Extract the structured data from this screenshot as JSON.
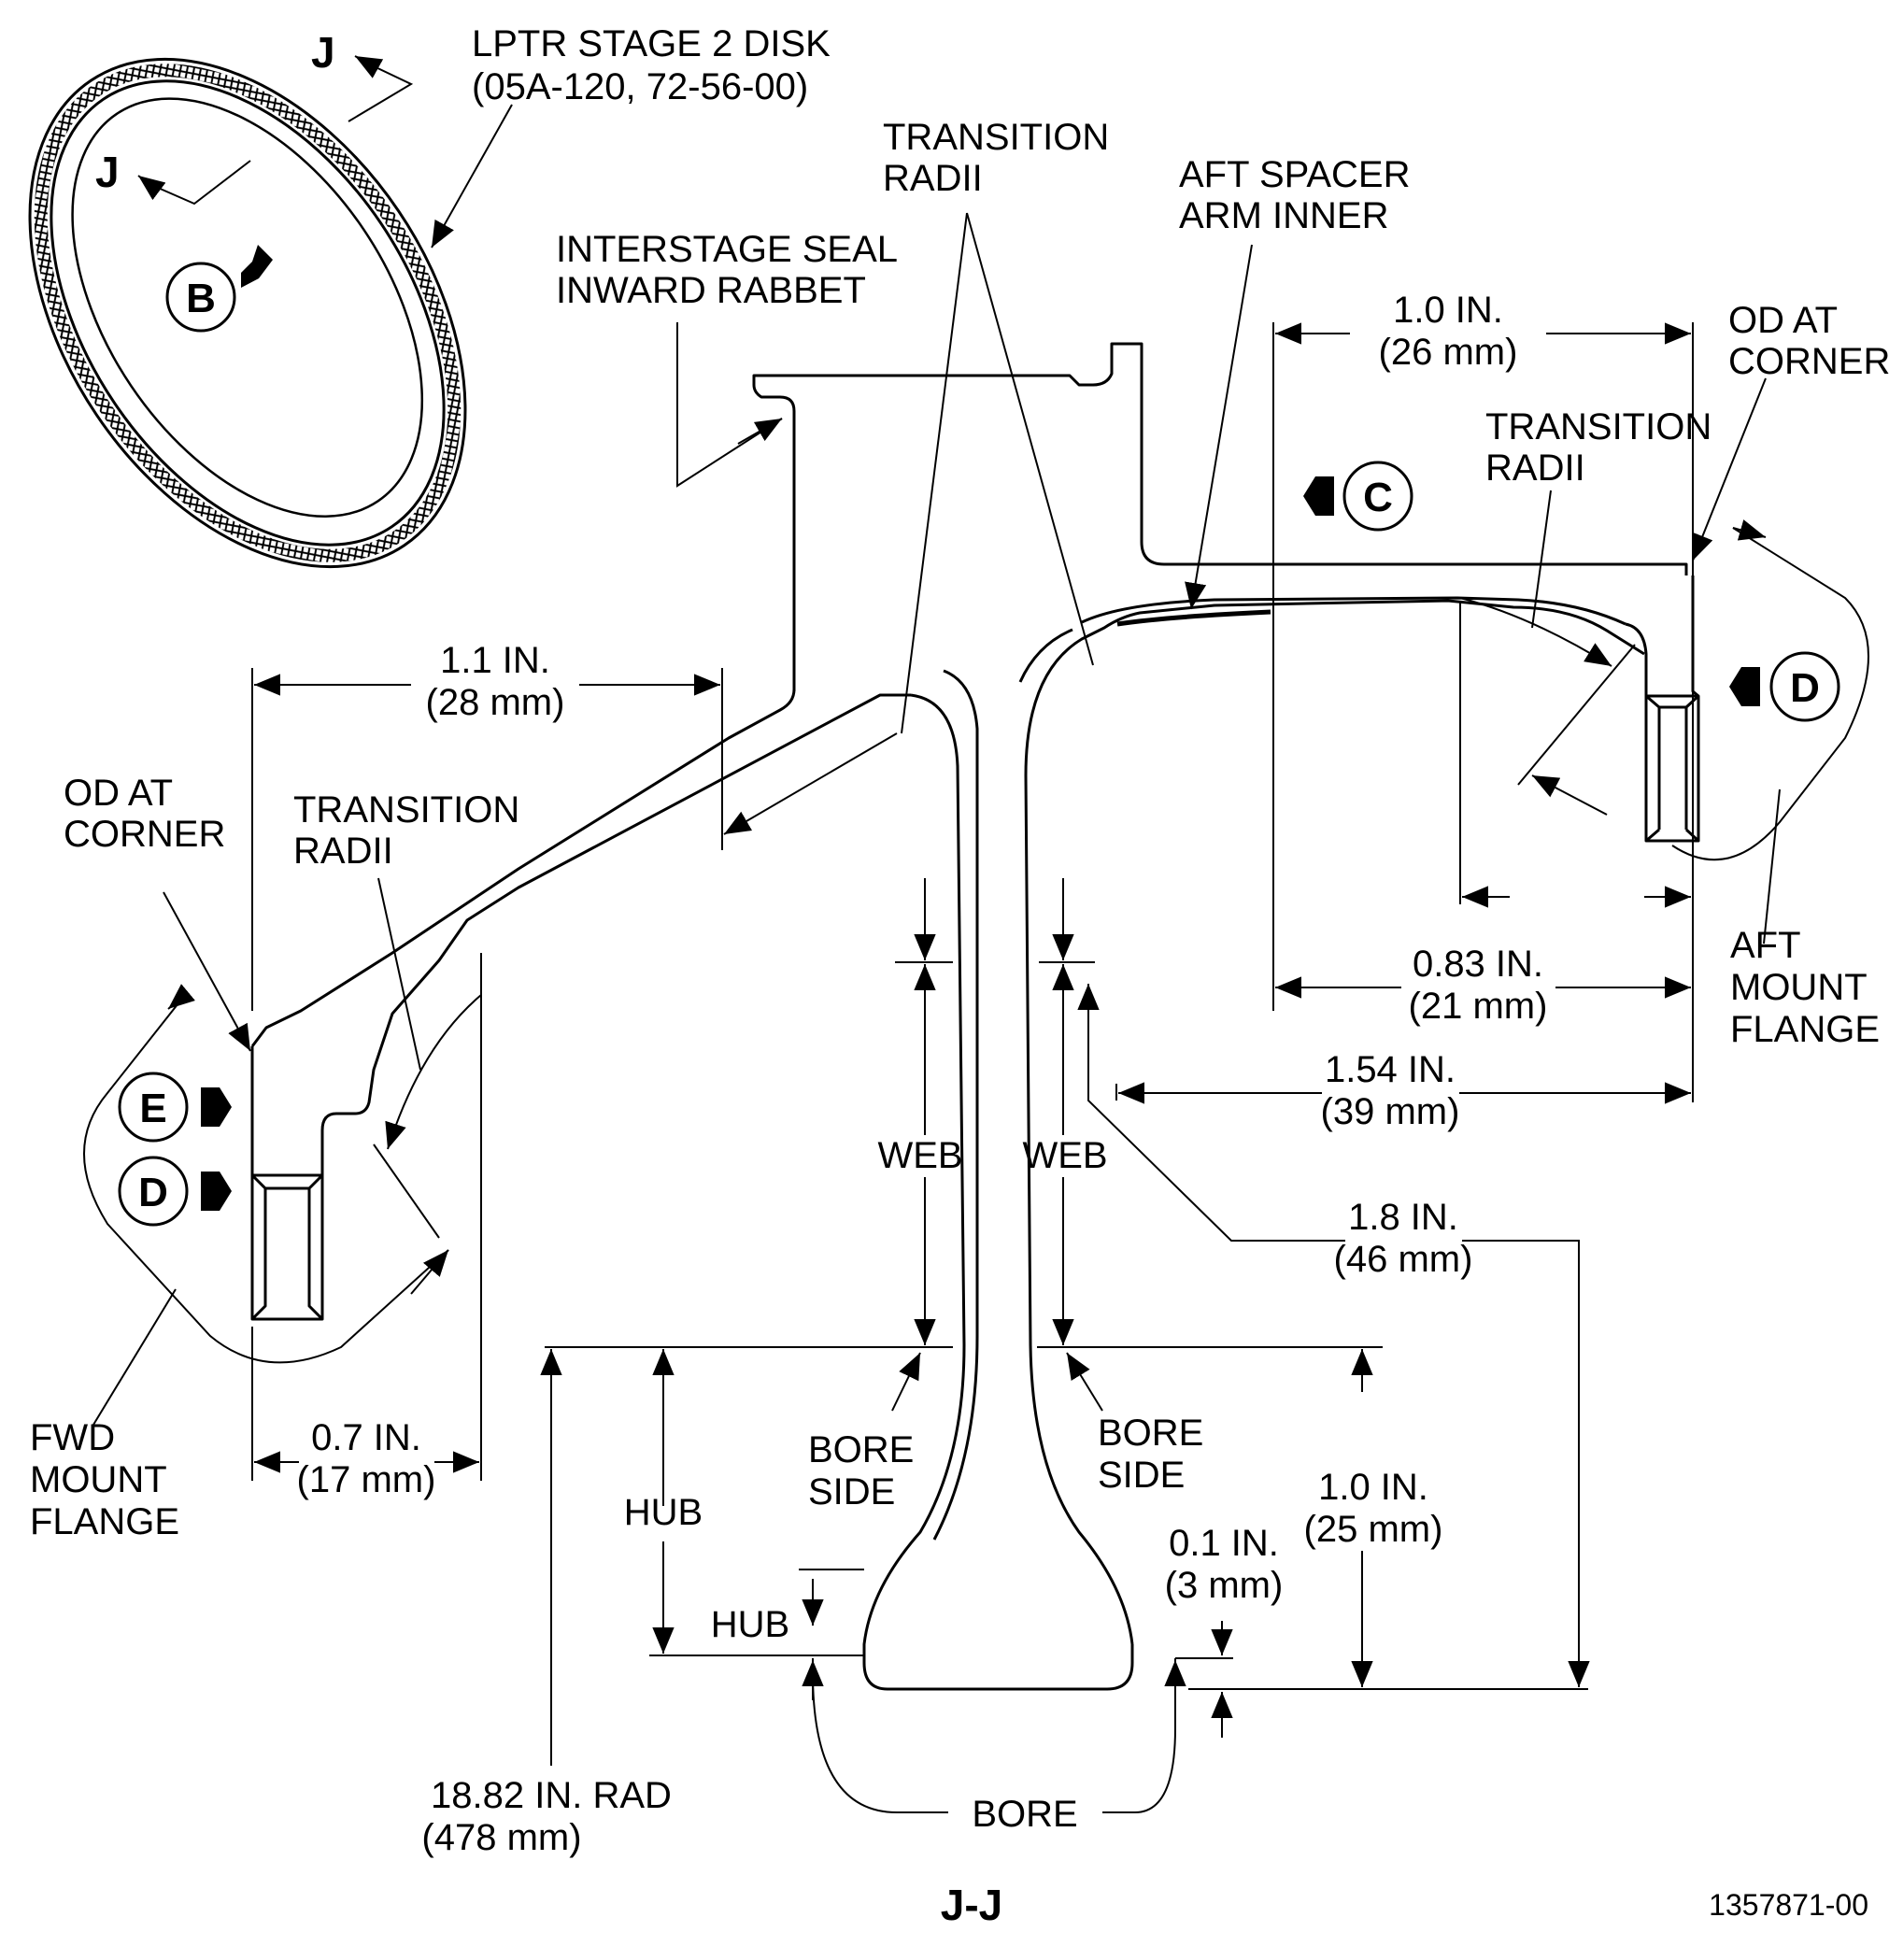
{
  "figure": {
    "section_label": "J-J",
    "figure_number": "1357871-00"
  },
  "callouts": {
    "section_mark_top": "J",
    "section_mark_left": "J",
    "view_b": "B",
    "view_c": "C",
    "view_d_aft": "D",
    "view_e": "E",
    "view_d_fwd": "D"
  },
  "labels": {
    "disk_line1": "LPTR STAGE 2 DISK",
    "disk_line2": "(05A-120, 72-56-00)",
    "transition_radii_top_1": "TRANSITION",
    "transition_radii_top_2": "RADII",
    "aft_spacer_1": "AFT SPACER",
    "aft_spacer_2": "ARM INNER",
    "interstage_1": "INTERSTAGE SEAL",
    "interstage_2": "INWARD RABBET",
    "od_corner_aft_1": "OD AT",
    "od_corner_aft_2": "CORNER",
    "transition_radii_aft_1": "TRANSITION",
    "transition_radii_aft_2": "RADII",
    "od_corner_fwd_1": "OD AT",
    "od_corner_fwd_2": "CORNER",
    "transition_radii_fwd_1": "TRANSITION",
    "transition_radii_fwd_2": "RADII",
    "aft_mount_1": "AFT",
    "aft_mount_2": "MOUNT",
    "aft_mount_3": "FLANGE",
    "fwd_mount_1": "FWD",
    "fwd_mount_2": "MOUNT",
    "fwd_mount_3": "FLANGE",
    "web_left": "WEB",
    "web_right": "WEB",
    "bore_side_left_1": "BORE",
    "bore_side_left_2": "SIDE",
    "bore_side_right_1": "BORE",
    "bore_side_right_2": "SIDE",
    "hub_upper": "HUB",
    "hub_lower": "HUB",
    "bore": "BORE"
  },
  "dimensions": {
    "dim_1_0_top_in": "1.0 IN.",
    "dim_1_0_top_mm": "(26 mm)",
    "dim_1_1_in": "1.1 IN.",
    "dim_1_1_mm": "(28 mm)",
    "dim_0_83_in": "0.83 IN.",
    "dim_0_83_mm": "(21 mm)",
    "dim_1_54_in": "1.54 IN.",
    "dim_1_54_mm": "(39 mm)",
    "dim_1_8_in": "1.8 IN.",
    "dim_1_8_mm": "(46 mm)",
    "dim_0_7_in": "0.7 IN.",
    "dim_0_7_mm": "(17 mm)",
    "dim_1_0_right_in": "1.0 IN.",
    "dim_1_0_right_mm": "(25 mm)",
    "dim_0_1_in": "0.1 IN.",
    "dim_0_1_mm": "(3 mm)",
    "dim_rad_in": "18.82 IN. RAD",
    "dim_rad_mm": "(478 mm)"
  }
}
